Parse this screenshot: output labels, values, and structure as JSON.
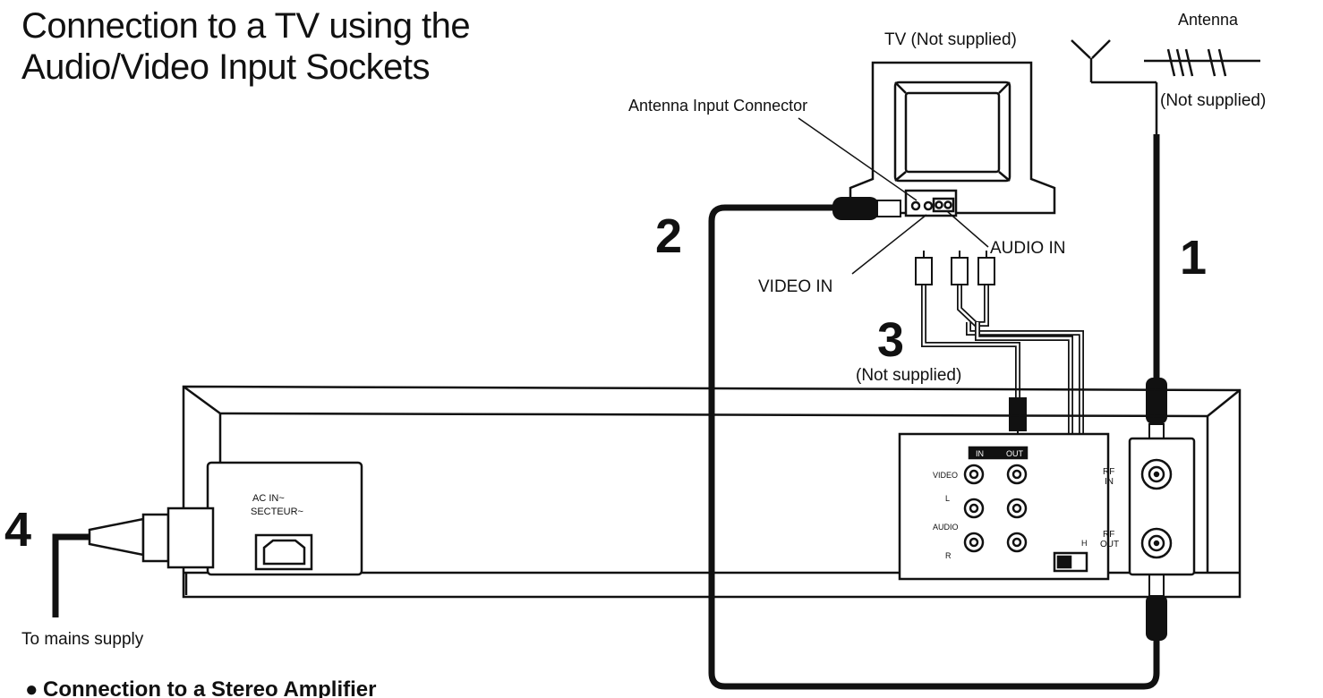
{
  "title": {
    "line1": "Connection to a TV using the",
    "line2": "Audio/Video Input Sockets"
  },
  "labels": {
    "tv": "TV (Not supplied)",
    "antenna": "Antenna",
    "antenna_not_supplied": "(Not supplied)",
    "antenna_input_connector": "Antenna Input Connector",
    "audio_in": "AUDIO IN",
    "video_in": "VIDEO IN",
    "cable_not_supplied": "(Not supplied)",
    "to_mains": "To mains supply",
    "ac_in_1": "AC IN~",
    "ac_in_2": "SECTEUR~",
    "panel_in": "IN",
    "panel_out": "OUT",
    "panel_video": "VIDEO",
    "panel_l": "L",
    "panel_audio": "AUDIO",
    "panel_r": "R",
    "panel_h": "H",
    "rf_in_1": "RF",
    "rf_in_2": "IN",
    "rf_out_1": "RF",
    "rf_out_2": "OUT"
  },
  "steps": {
    "s1": "1",
    "s2": "2",
    "s3": "3",
    "s4": "4"
  },
  "footer": {
    "bullet": "●",
    "next_section": "Connection to a Stereo Amplifier"
  }
}
